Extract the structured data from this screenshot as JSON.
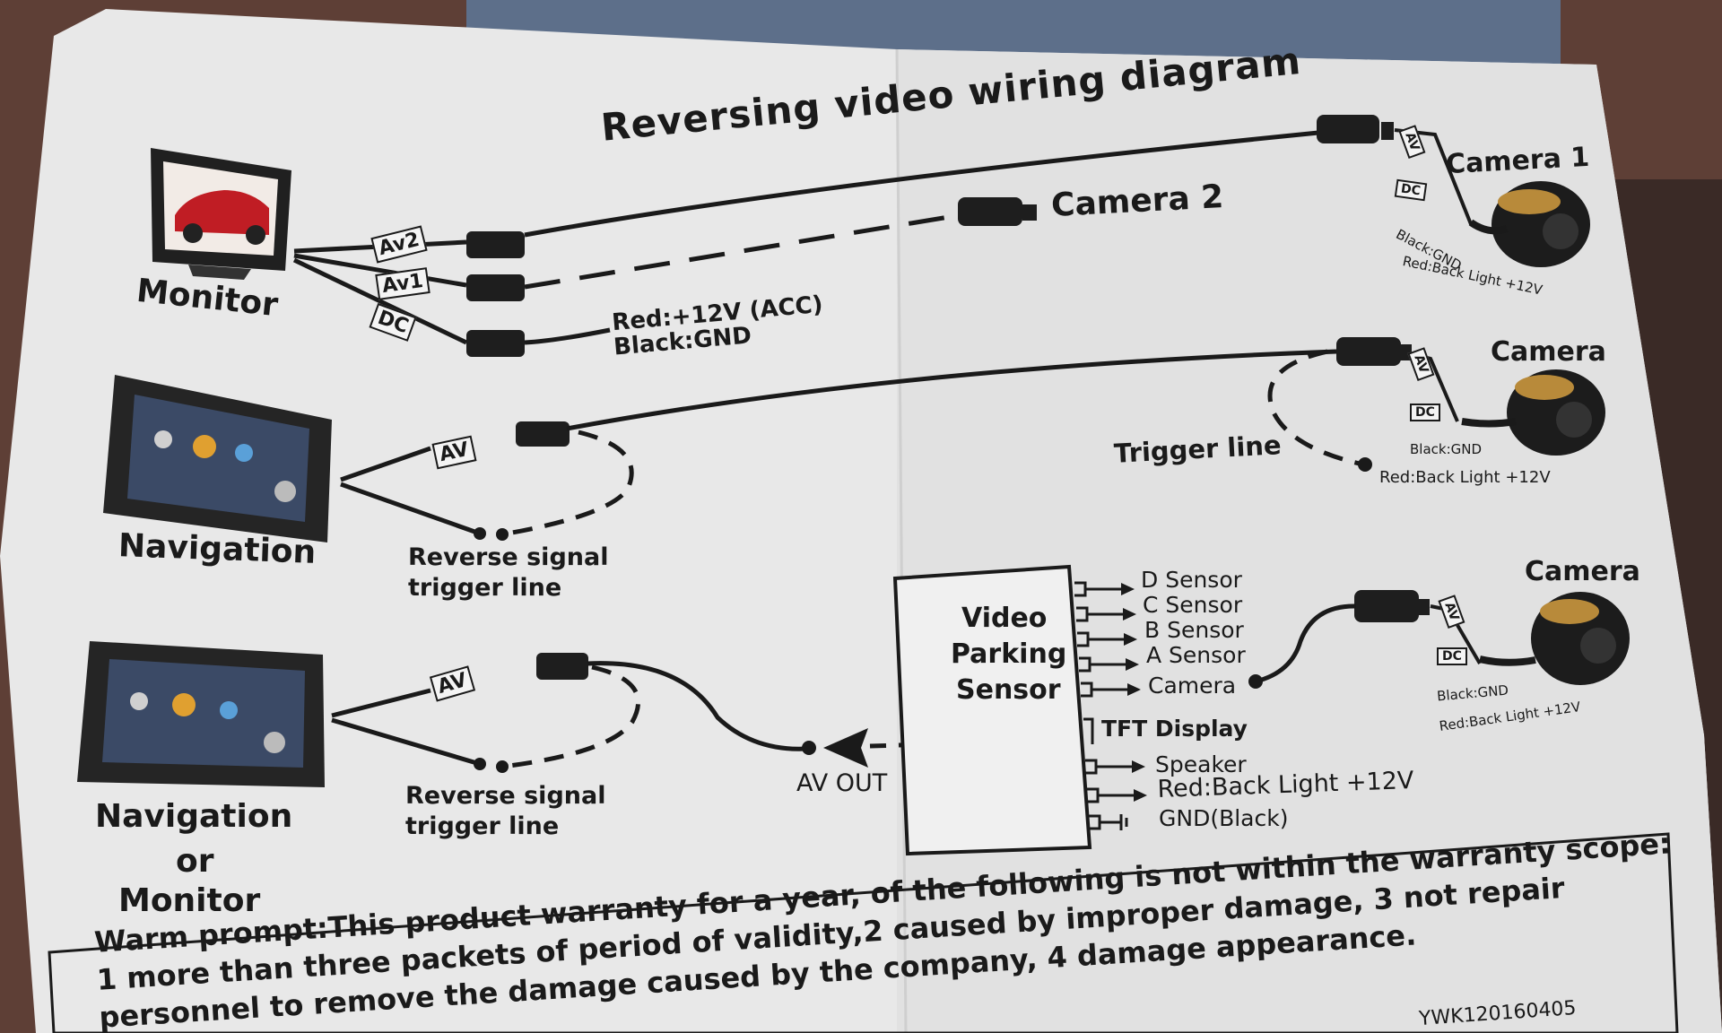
{
  "title": "Reversing video wiring diagram",
  "devices": {
    "monitor": "Monitor",
    "navigation": "Navigation",
    "nav_or_monitor": [
      "Navigation",
      "or",
      "Monitor"
    ]
  },
  "cameras": {
    "camera1": "Camera 1",
    "camera2": "Camera 2",
    "camera_mid": "Camera",
    "camera_bottom": "Camera"
  },
  "connectors": {
    "av2": "Av2",
    "av1": "Av1",
    "dc": "DC",
    "av": "AV"
  },
  "wires": {
    "power_red": "Red:+12V (ACC)",
    "power_black": "Black:GND",
    "trigger_line": "Trigger line",
    "reverse_signal_1": [
      "Reverse signal",
      "trigger line"
    ],
    "reverse_signal_2": [
      "Reverse signal",
      "trigger line"
    ],
    "av_out": "AV OUT"
  },
  "camera_notes": {
    "black_gnd": "Black:GND",
    "red_back_light": "Red:Back Light +12V",
    "red_back_light_mid": "Red:Back Light +12V"
  },
  "parking_sensor": {
    "name": [
      "Video",
      "Parking",
      "Sensor"
    ],
    "outputs": [
      "D  Sensor",
      "C  Sensor",
      "B  Sensor",
      "A  Sensor",
      "Camera",
      "TFT Display",
      "Speaker",
      "Red:Back Light  +12V",
      "GND(Black)"
    ]
  },
  "warm_prompt": "Warm prompt:This product warranty for a year, of the following is  not within the warranty scope: 1 more than three packets of period of validity,2 caused by improper damage, 3 not repair  personnel to remove the damage caused by the company, 4 damage appearance.",
  "code": "YWK120160405",
  "colors": {
    "paper": "#e9e9e9",
    "ink": "#1a1a1a",
    "background": "#6a4a3e"
  }
}
